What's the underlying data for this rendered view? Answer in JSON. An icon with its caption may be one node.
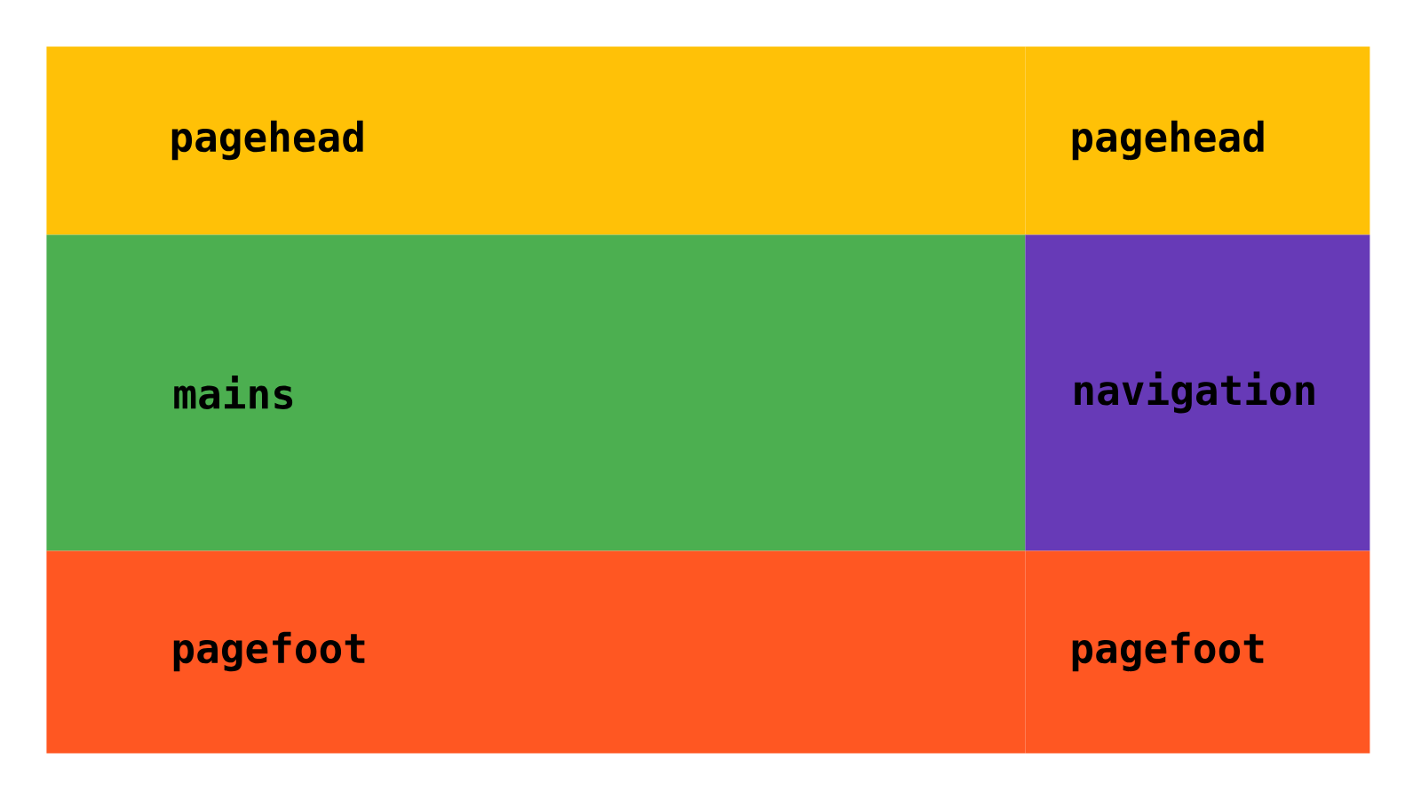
{
  "diagram": {
    "nodes": [
      {
        "text": [
          "pagehead"
        ]
      },
      {
        "text": [
          "pagehead"
        ]
      },
      {
        "text": [
          "mains"
        ]
      },
      {
        "text": [
          "navigation"
        ]
      },
      {
        "text": [
          "pagefoot"
        ]
      },
      {
        "text": [
          "pagefoot"
        ]
      }
    ]
  }
}
